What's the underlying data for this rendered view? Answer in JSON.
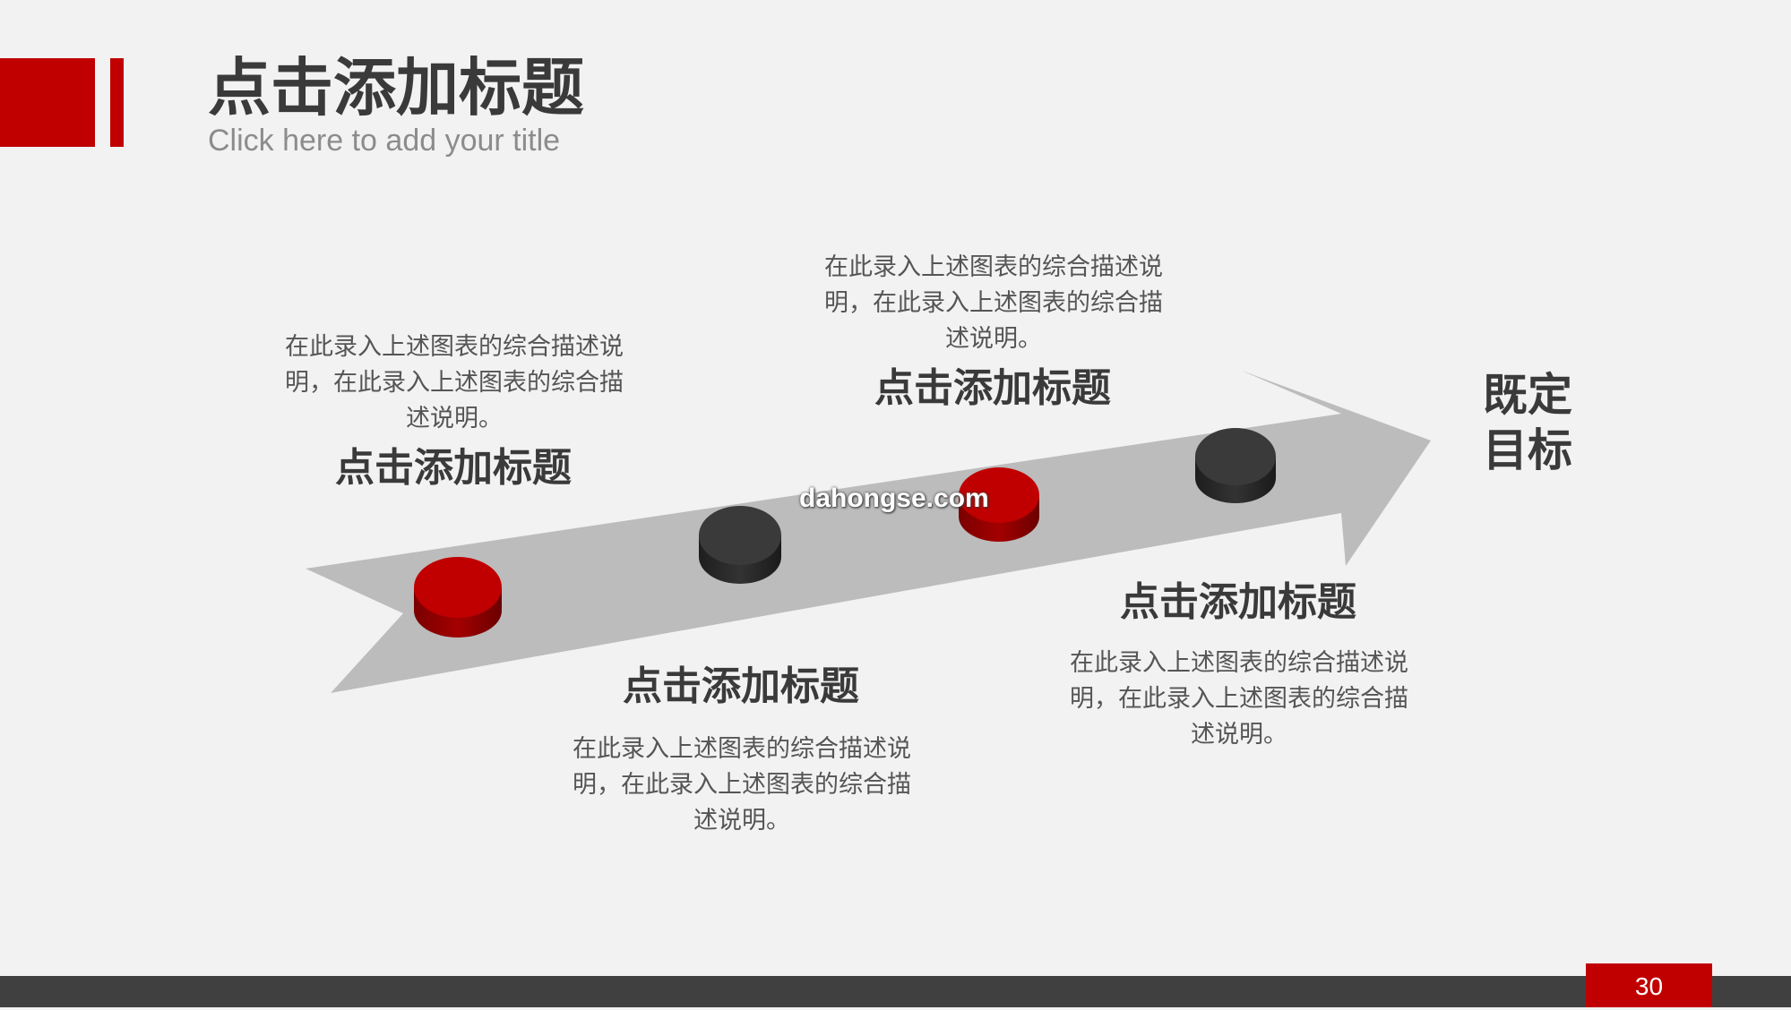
{
  "header": {
    "title_cn": "点击添加标题",
    "title_en": "Click here to add your title"
  },
  "steps": [
    {
      "title": "点击添加标题",
      "desc": "在此录入上述图表的综合描述说明，在此录入上述图表的综合描述说明。",
      "marker_color": "#c00000"
    },
    {
      "title": "点击添加标题",
      "desc": "在此录入上述图表的综合描述说明，在此录入上述图表的综合描述说明。",
      "marker_color": "#3a3a3a"
    },
    {
      "title": "点击添加标题",
      "desc": "在此录入上述图表的综合描述说明，在此录入上述图表的综合描述说明。",
      "marker_color": "#c00000"
    },
    {
      "title": "点击添加标题",
      "desc": "在此录入上述图表的综合描述说明，在此录入上述图表的综合描述说明。",
      "marker_color": "#3a3a3a"
    }
  ],
  "goal": {
    "line1": "既定",
    "line2": "目标"
  },
  "watermark": "dahongse.com",
  "footer": {
    "page_number": "30"
  },
  "colors": {
    "accent": "#c00000",
    "dark": "#404040",
    "arrow": "#bcbcbc",
    "background": "#f2f2f2"
  }
}
